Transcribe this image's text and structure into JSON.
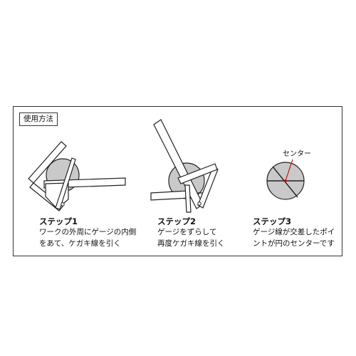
{
  "header": {
    "label": "使用方法"
  },
  "steps": [
    {
      "title": "ステップ1",
      "lines": [
        "ワークの外周にゲージの内側",
        "をあて、ケガキ線を引く"
      ]
    },
    {
      "title": "ステップ2",
      "lines": [
        "ゲージをずらして",
        "再度ケガキ線を引く"
      ]
    },
    {
      "title": "ステップ3",
      "lines": [
        "ゲージ線が交差したポイ",
        "ントが円のセンターです"
      ],
      "callout": "センター"
    }
  ],
  "colors": {
    "disc": "#c9c9c9",
    "line": "#222222",
    "accent": "#cc0000"
  }
}
